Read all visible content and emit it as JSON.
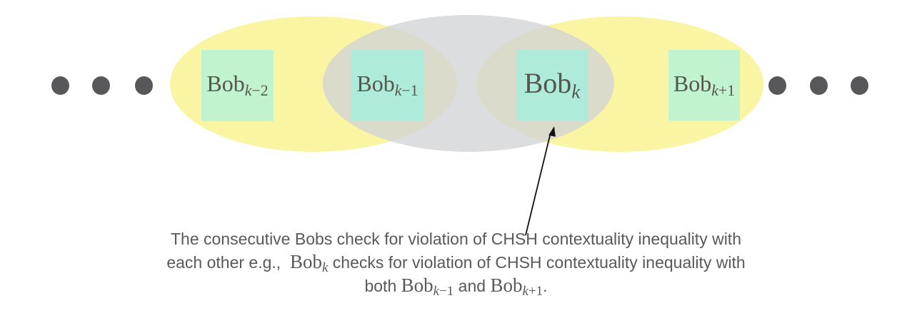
{
  "colors": {
    "yellow-ellipse": "#FAF5A3",
    "gray-ellipse": "rgba(210,211,214,0.78)",
    "square-outer": "#C1F3D0",
    "square-inner": "#AFEBDB",
    "dot": "#58585A",
    "arrow": "#111111",
    "node-text": "#55564C",
    "caption-text": "#58595B"
  },
  "nodes": [
    {
      "name": "Bob",
      "sub_var": "k",
      "sub_rest": "−2"
    },
    {
      "name": "Bob",
      "sub_var": "k",
      "sub_rest": "−1"
    },
    {
      "name": "Bob",
      "sub_var": "k",
      "sub_rest": ""
    },
    {
      "name": "Bob",
      "sub_var": "k",
      "sub_rest": "+1"
    }
  ],
  "caption": {
    "line1": "The consecutive Bobs check for violation of CHSH contextuality inequality with",
    "line2": {
      "pre": "each other e.g.,  ",
      "bob": "Bob",
      "sub_var": "k",
      "post": " checks for violation of CHSH contextuality inequality with"
    },
    "line3": {
      "pre": "both ",
      "bob1": "Bob",
      "sub1_var": "k",
      "sub1_rest": "−1",
      "mid": " and ",
      "bob2": "Bob",
      "sub2_var": "k",
      "sub2_rest": "+1",
      "end": "."
    }
  }
}
